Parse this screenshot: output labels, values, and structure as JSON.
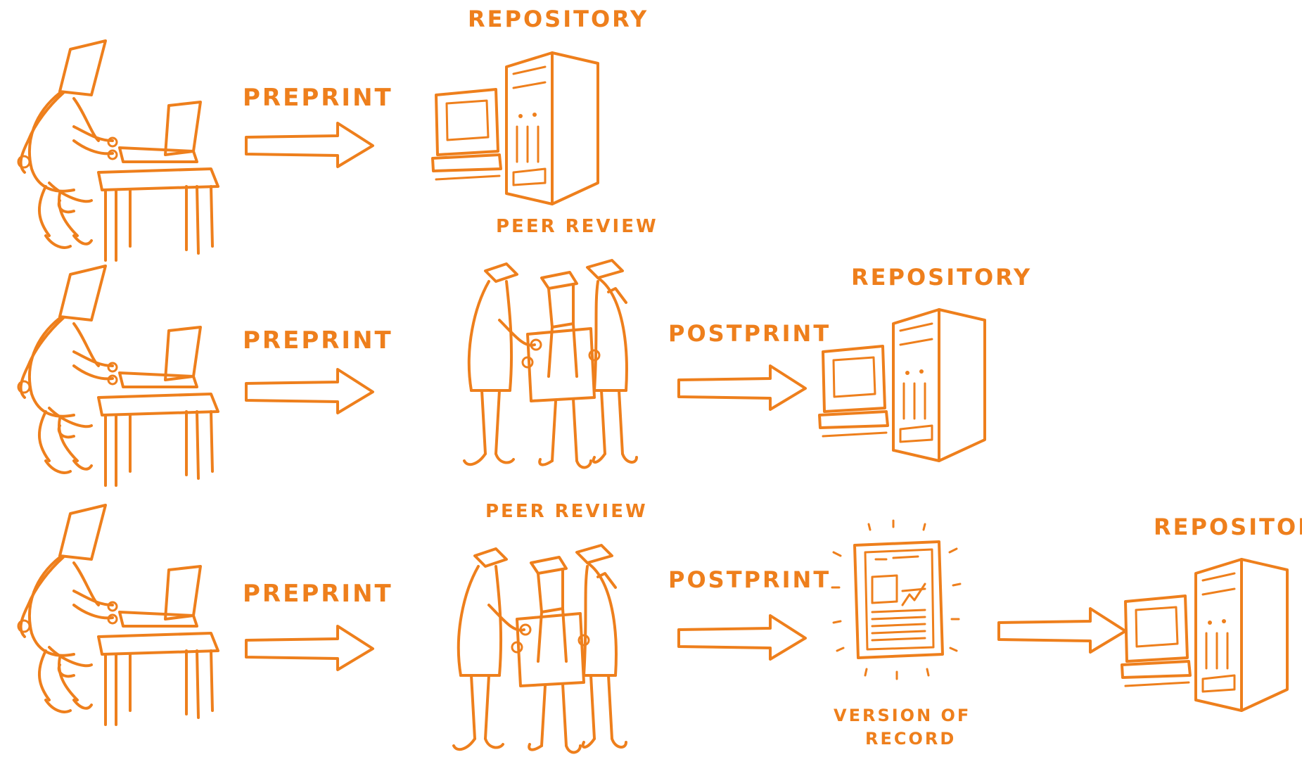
{
  "rows": [
    {
      "steps": [
        {
          "kind": "author-at-laptop"
        },
        {
          "kind": "arrow",
          "label": "PREPRINT"
        },
        {
          "kind": "repository",
          "label": "REPOSITORY"
        }
      ]
    },
    {
      "steps": [
        {
          "kind": "author-at-laptop"
        },
        {
          "kind": "arrow",
          "label": "PREPRINT"
        },
        {
          "kind": "reviewers",
          "label": "PEER REVIEW"
        },
        {
          "kind": "arrow",
          "label": "POSTPRINT"
        },
        {
          "kind": "repository",
          "label": "REPOSITORY"
        }
      ]
    },
    {
      "steps": [
        {
          "kind": "author-at-laptop"
        },
        {
          "kind": "arrow",
          "label": "PREPRINT"
        },
        {
          "kind": "reviewers",
          "label": "PEER REVIEW"
        },
        {
          "kind": "arrow",
          "label": "POSTPRINT"
        },
        {
          "kind": "journal-article",
          "label_line1": "VERSION OF",
          "label_line2": "RECORD"
        },
        {
          "kind": "arrow",
          "label": ""
        },
        {
          "kind": "repository",
          "label": "REPOSITORY"
        }
      ]
    }
  ],
  "colors": {
    "ink": "#ee7f1c",
    "background": "#ffffff"
  }
}
